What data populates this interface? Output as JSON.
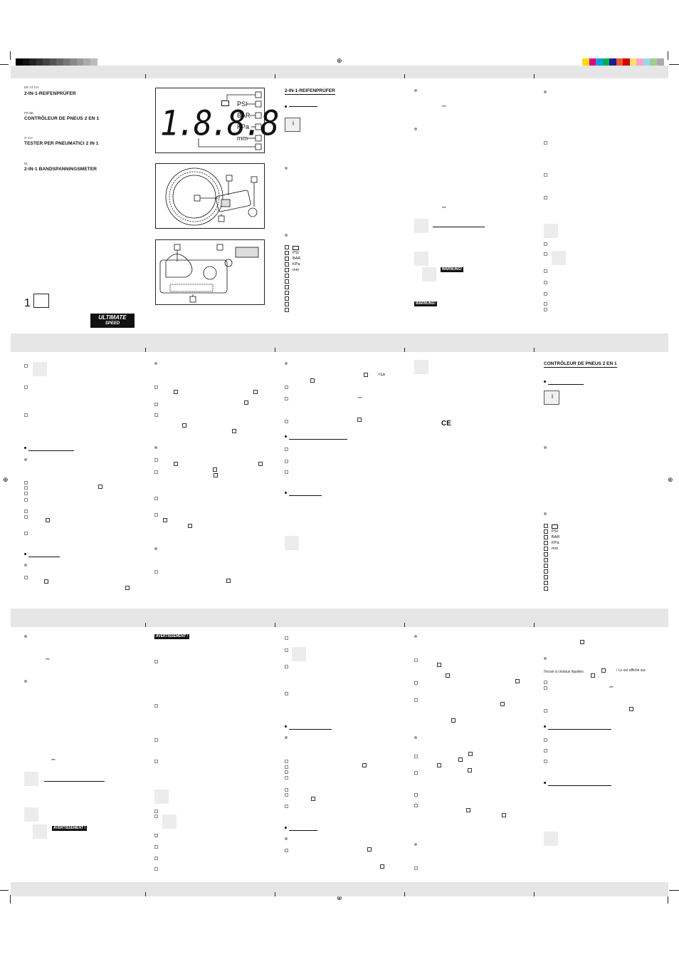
{
  "titles": {
    "de": "2-IN-1-REIFENPRÜFER",
    "fr": "CONTRÔLEUR DE PNEUS 2 EN 1",
    "it": "TESTER PER PNEUMATICI 2 IN 1",
    "nl": "2-IN-1 BANDSPANNINGSMETER",
    "de_col": "2-IN-1-REIFENPRÜFER",
    "fr_col": "CONTRÔLEUR DE PNEUS 2 EN 1"
  },
  "flags": {
    "de": "DE AT CH",
    "fr": "FR BE",
    "it": "IT CH",
    "nl": "NL"
  },
  "lcd": {
    "digits": "1.8.8.8",
    "units": [
      "PSI",
      "BAR",
      "KPa",
      "mm"
    ]
  },
  "legend_units": [
    "PSI",
    "BAR",
    "KPa",
    "mm"
  ],
  "figure_label": "1",
  "brand": {
    "line1": "ULTIMATE",
    "line2": "SPEED"
  },
  "warnings": {
    "de": "WARNUNG!",
    "fr": "AVERTISSEMENT !"
  },
  "battery_lo": "/ Lo",
  "battery_lo_fr": "/ Lo est affiché sur",
  "lcd_screen_fr": "l'écran à cristaux liquides",
  "ce_mark": "CE",
  "dc_symbol": "⎓",
  "colors": {
    "band": "#e6e6e6",
    "text": "#111111"
  }
}
